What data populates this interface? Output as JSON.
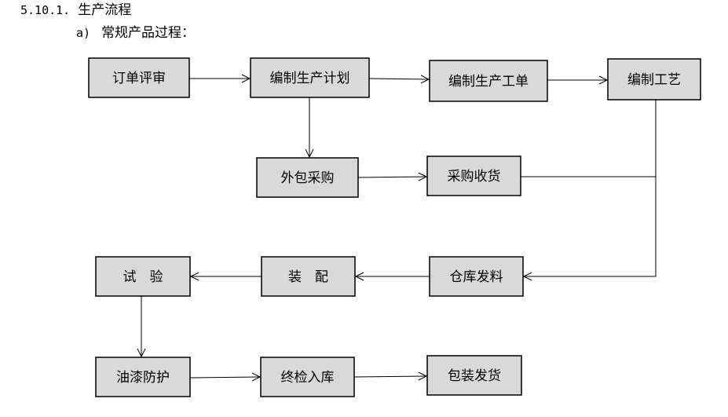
{
  "section": {
    "number": "5.10.1.",
    "title": "生产流程"
  },
  "subsection": {
    "marker": "a)",
    "title": "常规产品过程："
  },
  "nodes": [
    {
      "id": "order-review",
      "label": "订单评审"
    },
    {
      "id": "production-plan",
      "label": "编制生产计划"
    },
    {
      "id": "work-order",
      "label": "编制生产工单"
    },
    {
      "id": "process",
      "label": "编制工艺"
    },
    {
      "id": "outsourcing",
      "label": "外包采购"
    },
    {
      "id": "receiving",
      "label": "采购收货"
    },
    {
      "id": "material-issue",
      "label": "仓库发料"
    },
    {
      "id": "assembly",
      "label": "装　配"
    },
    {
      "id": "testing",
      "label": "试　验"
    },
    {
      "id": "painting",
      "label": "油漆防护"
    },
    {
      "id": "inspection",
      "label": "终检入库"
    },
    {
      "id": "shipping",
      "label": "包装发货"
    }
  ],
  "edges": [
    {
      "from": "order-review",
      "to": "production-plan"
    },
    {
      "from": "production-plan",
      "to": "work-order"
    },
    {
      "from": "work-order",
      "to": "process"
    },
    {
      "from": "production-plan",
      "to": "outsourcing"
    },
    {
      "from": "outsourcing",
      "to": "receiving"
    },
    {
      "from": "process",
      "to": "material-issue"
    },
    {
      "from": "receiving",
      "to": "material-issue"
    },
    {
      "from": "material-issue",
      "to": "assembly"
    },
    {
      "from": "assembly",
      "to": "testing"
    },
    {
      "from": "testing",
      "to": "painting"
    },
    {
      "from": "painting",
      "to": "inspection"
    },
    {
      "from": "inspection",
      "to": "shipping"
    }
  ]
}
